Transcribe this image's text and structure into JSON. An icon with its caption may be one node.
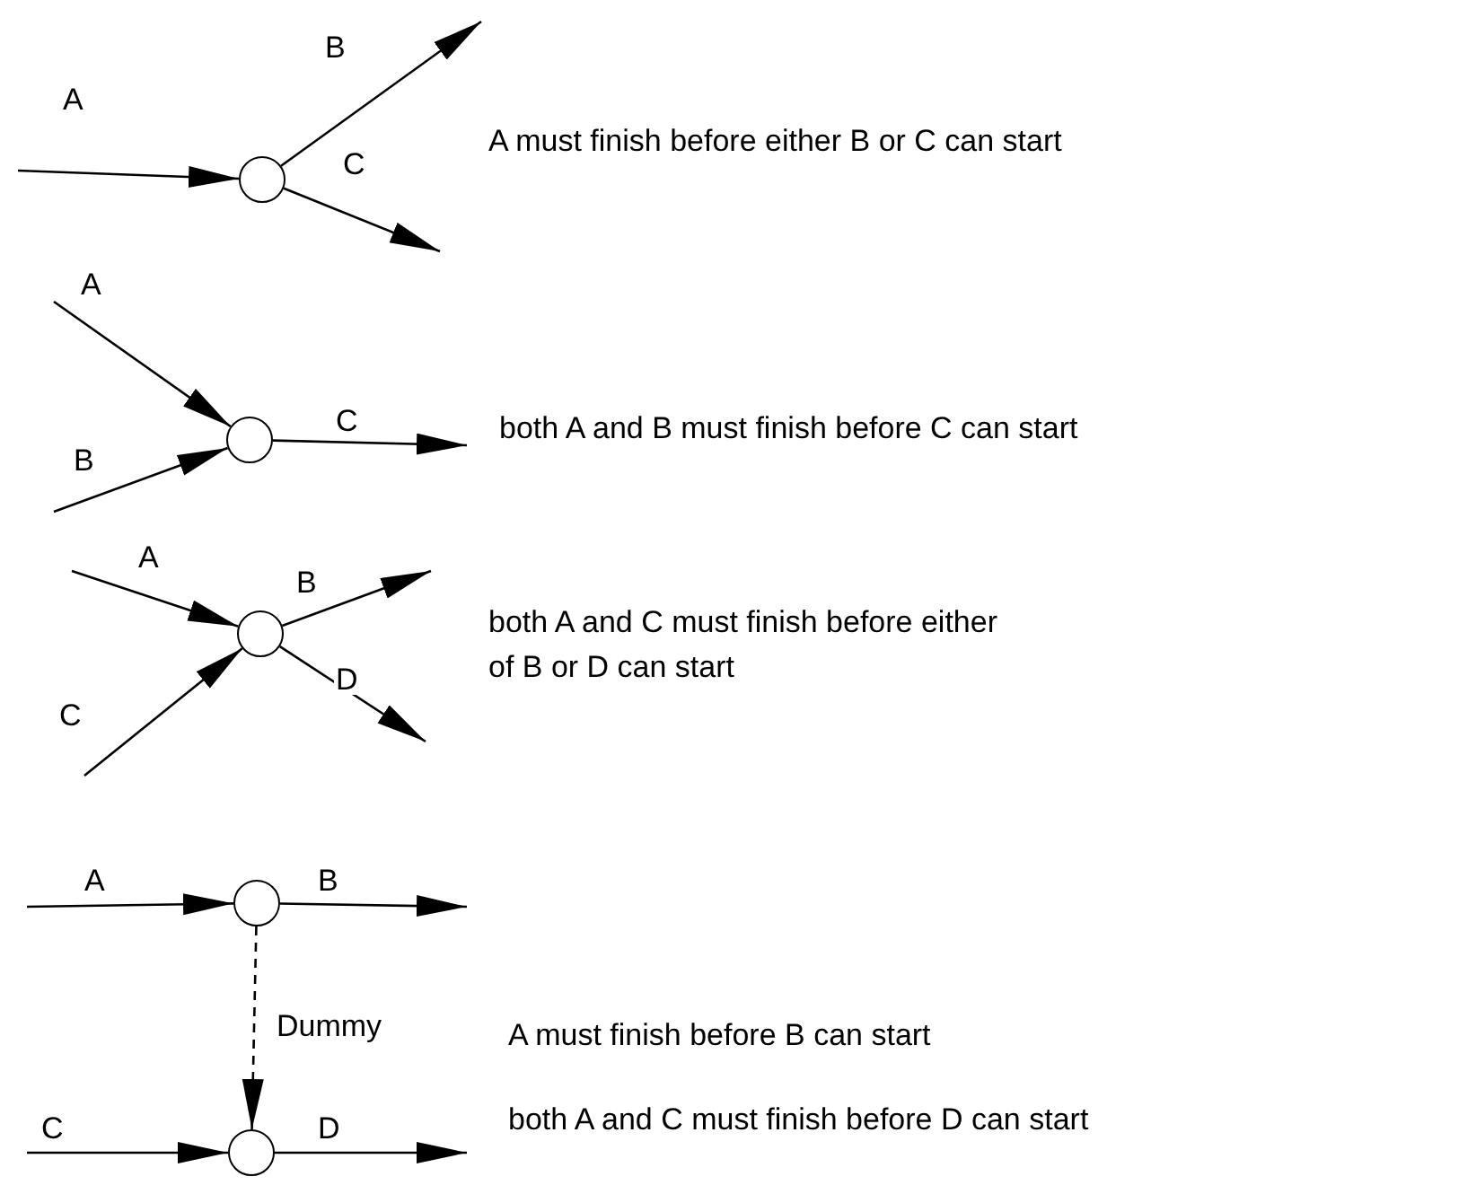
{
  "diagram": {
    "nodes": [
      {
        "text": [],
        "shape": "circle"
      },
      {
        "text": [],
        "shape": "circle"
      },
      {
        "text": [],
        "shape": "circle"
      },
      {
        "text": [],
        "shape": "circle"
      },
      {
        "text": [],
        "shape": "circle"
      }
    ],
    "edges": [
      {
        "from": null,
        "to": 0,
        "arrow": "to",
        "label": "A"
      },
      {
        "from": 0,
        "to": null,
        "arrow": "to",
        "label": "B"
      },
      {
        "from": 0,
        "to": null,
        "arrow": "to",
        "label": "C"
      },
      {
        "from": null,
        "to": 1,
        "arrow": "to",
        "label": "A"
      },
      {
        "from": null,
        "to": 1,
        "arrow": "to",
        "label": "B"
      },
      {
        "from": 1,
        "to": null,
        "arrow": "to",
        "label": "C"
      },
      {
        "from": null,
        "to": 2,
        "arrow": "to",
        "label": "A"
      },
      {
        "from": null,
        "to": 2,
        "arrow": "to",
        "label": "C"
      },
      {
        "from": 2,
        "to": null,
        "arrow": "to",
        "label": "B"
      },
      {
        "from": 2,
        "to": null,
        "arrow": "to",
        "label": "D"
      },
      {
        "from": null,
        "to": 3,
        "arrow": "to",
        "label": "A"
      },
      {
        "from": 3,
        "to": null,
        "arrow": "to",
        "label": "B"
      },
      {
        "from": 3,
        "to": 4,
        "arrow": "to",
        "label": "Dummy",
        "style": "dashed"
      },
      {
        "from": null,
        "to": 4,
        "arrow": "to",
        "label": "C"
      },
      {
        "from": 4,
        "to": null,
        "arrow": "to",
        "label": "D"
      }
    ],
    "labels": [
      "A must finish before either B or C can start",
      "both A and B must finish before C can start",
      "both A and C must finish before either of B or D can start",
      "A must finish before B can start",
      "both A and C must finish before D can start"
    ]
  }
}
